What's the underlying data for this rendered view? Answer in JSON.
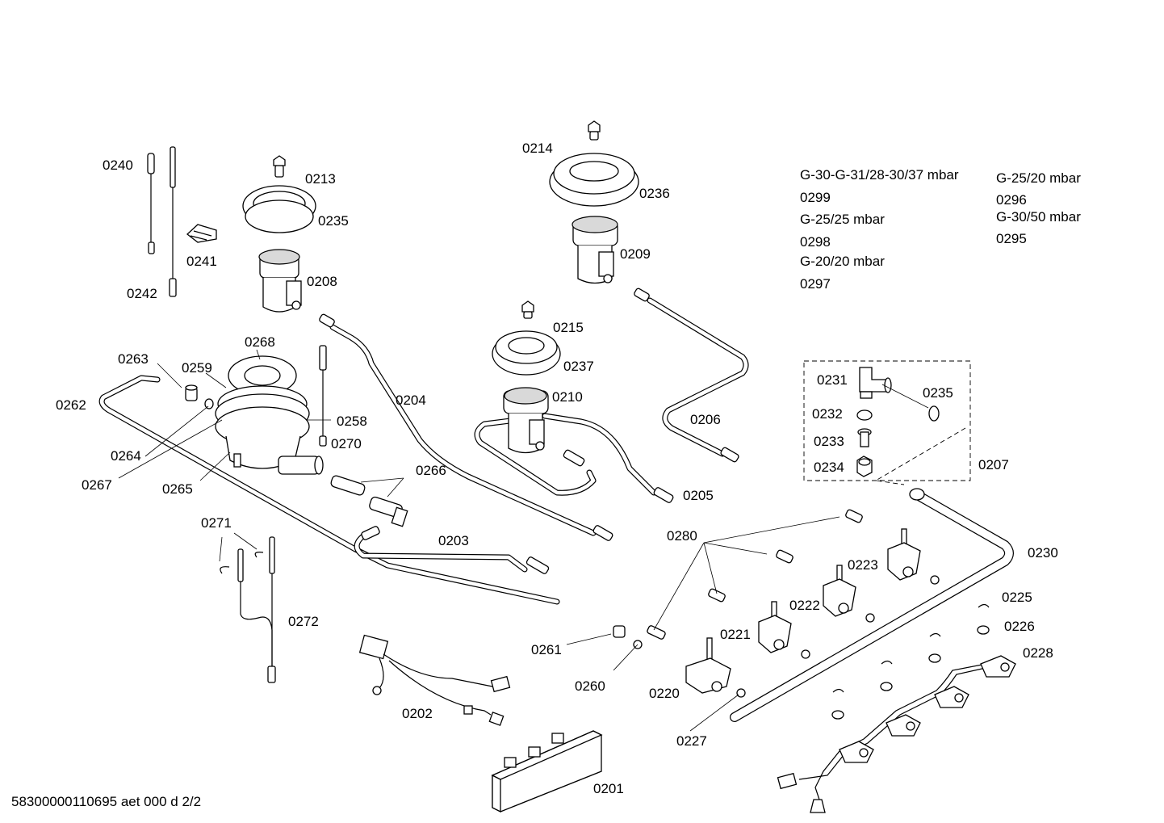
{
  "labels": {
    "p0240": "0240",
    "p0242": "0242",
    "p0241": "0241",
    "p0213": "0213",
    "p0235a": "0235",
    "p0208": "0208",
    "p0268": "0268",
    "p0263": "0263",
    "p0259": "0259",
    "p0262": "0262",
    "p0264": "0264",
    "p0267": "0267",
    "p0265": "0265",
    "p0258": "0258",
    "p0270": "0270",
    "p0204": "0204",
    "p0266": "0266",
    "p0203": "0203",
    "p0271": "0271",
    "p0272": "0272",
    "p0202": "0202",
    "p0201": "0201",
    "p0214": "0214",
    "p0236": "0236",
    "p0209": "0209",
    "p0215": "0215",
    "p0237": "0237",
    "p0210": "0210",
    "p0206": "0206",
    "p0205": "0205",
    "p0231": "0231",
    "p0235b": "0235",
    "p0232": "0232",
    "p0233": "0233",
    "p0234": "0234",
    "p0207": "0207",
    "p0230": "0230",
    "p0280": "0280",
    "p0223": "0223",
    "p0222": "0222",
    "p0221": "0221",
    "p0220": "0220",
    "p0261": "0261",
    "p0260": "0260",
    "p0227": "0227",
    "p0225": "0225",
    "p0226": "0226",
    "p0228": "0228"
  },
  "gas_table": {
    "g1_label": "G-30-G-31/28-30/37 mbar",
    "g1_code": "0299",
    "g2_label": "G-25/25 mbar",
    "g2_code": "0298",
    "g3_label": "G-20/20 mbar",
    "g3_code": "0297",
    "g4_label": "G-25/20 mbar",
    "g4_code": "0296",
    "g5_label": "G-30/50 mbar",
    "g5_code": "0295"
  },
  "footer": {
    "doc_id": "58300000110695 aet 000 d 2/2"
  }
}
